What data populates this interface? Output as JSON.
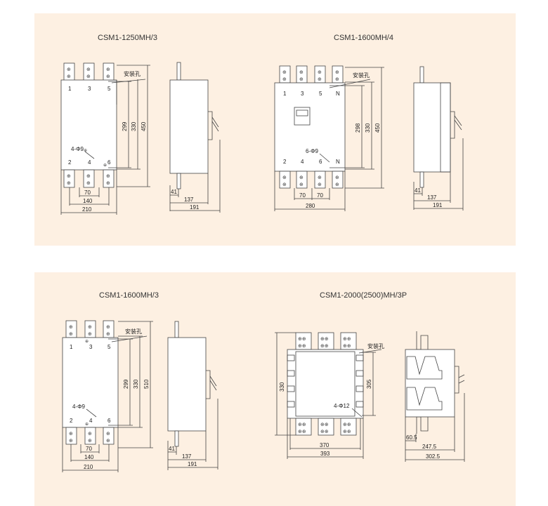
{
  "colors": {
    "panel": "#fdf0e2",
    "body": "#ffffff",
    "line": "#444444"
  },
  "top": {
    "a": {
      "title": "CSM1-1250MH/3",
      "mount_label": "安装孔",
      "hole_label": "4-Φ9",
      "terminals_top": [
        "1",
        "3",
        "5"
      ],
      "terminals_bottom": [
        "2",
        "4",
        "6"
      ],
      "dims": {
        "h1": "299",
        "h2": "330",
        "h3": "450",
        "w1": "70",
        "w2": "140",
        "w3": "210"
      }
    },
    "a_side": {
      "dims": {
        "d1": "41",
        "d2": "137",
        "d3": "191"
      }
    },
    "b": {
      "title": "CSM1-1600MH/4",
      "mount_label": "安装孔",
      "hole_label": "6-Φ9",
      "terminals_top": [
        "1",
        "3",
        "5",
        "N"
      ],
      "terminals_bottom": [
        "2",
        "4",
        "6",
        "N"
      ],
      "dims": {
        "h1": "298",
        "h2": "330",
        "h3": "450",
        "w1": "70",
        "w2": "70",
        "w3": "280"
      }
    },
    "b_side": {
      "dims": {
        "d1": "41",
        "d2": "137",
        "d3": "191"
      }
    }
  },
  "bottom": {
    "a": {
      "title": "CSM1-1600MH/3",
      "mount_label": "安装孔",
      "hole_label": "4-Φ9",
      "terminals_top": [
        "1",
        "3",
        "5"
      ],
      "terminals_bottom": [
        "2",
        "4",
        "6"
      ],
      "dims": {
        "h1": "299",
        "h2": "330",
        "h3": "510",
        "w1": "70",
        "w2": "140",
        "w3": "210"
      }
    },
    "a_side": {
      "dims": {
        "d1": "41",
        "d2": "137",
        "d3": "191"
      }
    },
    "b": {
      "title": "CSM1-2000(2500)MH/3P",
      "mount_label": "安装孔",
      "hole_label": "4-Φ12",
      "dims": {
        "h1": "330",
        "h2": "305",
        "w1": "370",
        "w2": "393"
      }
    },
    "b_side": {
      "dims": {
        "d1": "60.5",
        "d2": "247.5",
        "d3": "302.5"
      }
    }
  }
}
